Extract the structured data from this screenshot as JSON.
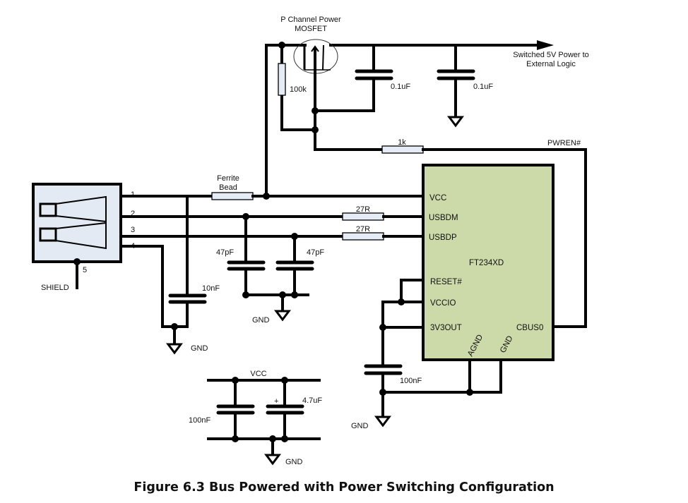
{
  "figure": {
    "caption": "Figure 6.3 Bus Powered with Power Switching Configuration"
  },
  "colors": {
    "ic_fill": "#ccd9a8",
    "connector_fill": "#e4eaf4",
    "resistor_fill": "#e6ecf5",
    "wire": "#000000"
  },
  "mosfet": {
    "label_line1": "P Channel Power",
    "label_line2": "MOSFET"
  },
  "output": {
    "label_line1": "Switched 5V Power to",
    "label_line2": "External Logic"
  },
  "components": {
    "r_pullup": "100k",
    "c_out1": "0.1uF",
    "c_out2": "0.1uF",
    "r_gate": "1k",
    "ferrite": {
      "line1": "Ferrite",
      "line2": "Bead"
    },
    "r_usbdm": "27R",
    "r_usbdp": "27R",
    "c_dm": "47pF",
    "c_dp": "47pF",
    "c_vbus": "10nF",
    "c_3v3": "100nF",
    "c_decouple1": "100nF",
    "c_decouple2": "4.7uF",
    "c_decouple2_polarity": "+"
  },
  "nets": {
    "pwren": "PWREN#",
    "gnd": "GND",
    "vcc": "VCC",
    "shield": "SHIELD"
  },
  "connector": {
    "pins": [
      "1",
      "2",
      "3",
      "4",
      "5"
    ]
  },
  "ic": {
    "name": "FT234XD",
    "left_pins": [
      "VCC",
      "USBDM",
      "USBDP",
      "RESET#",
      "VCCIO",
      "3V3OUT"
    ],
    "right_pins": [
      "CBUS0"
    ],
    "bottom_pins": [
      "AGND",
      "GND"
    ]
  }
}
